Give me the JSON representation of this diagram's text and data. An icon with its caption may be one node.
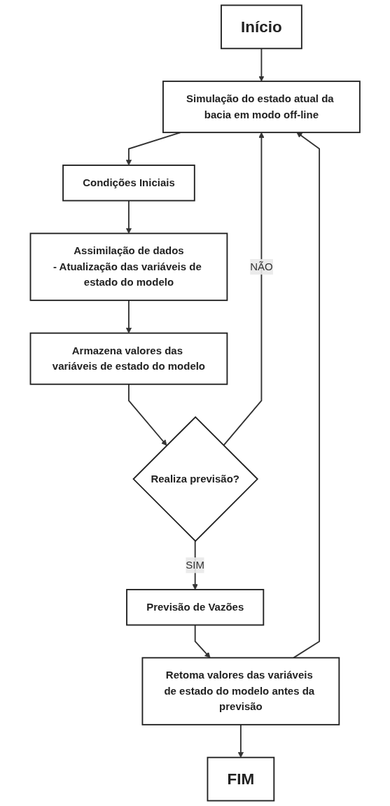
{
  "diagram": {
    "nodes": [
      {
        "text": [
          "Início"
        ]
      },
      {
        "text": [
          "Simulação do estado atual da bacia em modo off-line"
        ]
      },
      {
        "text": [
          "Condições Iniciais"
        ]
      },
      {
        "text": [
          "Assimilação de dados",
          "- Atualização das variáveis de estado do modelo"
        ]
      },
      {
        "text": [
          "Armazena valores das variáveis de estado do modelo"
        ]
      },
      {
        "text": [
          "Realiza previsão?"
        ]
      },
      {
        "text": [
          "Previsão de Vazões"
        ]
      },
      {
        "text": [
          "Retoma valores das variáveis de estado do modelo antes da previsão"
        ]
      },
      {
        "text": [
          "FIM"
        ]
      }
    ],
    "edges": [
      {
        "from": 0,
        "to": 1,
        "arrow": "to"
      },
      {
        "from": 1,
        "to": 2,
        "arrow": "to"
      },
      {
        "from": 2,
        "to": 3,
        "arrow": "to"
      },
      {
        "from": 3,
        "to": 4,
        "arrow": "to"
      },
      {
        "from": 4,
        "to": 5,
        "arrow": "to"
      },
      {
        "from": 5,
        "to": 1,
        "arrow": "to",
        "label": "NÃO"
      },
      {
        "from": 5,
        "to": 6,
        "arrow": "to",
        "label": "SIM"
      },
      {
        "from": 6,
        "to": 7,
        "arrow": "to"
      },
      {
        "from": 7,
        "to": 1,
        "arrow": "to"
      },
      {
        "from": 7,
        "to": 8,
        "arrow": "to"
      }
    ]
  }
}
